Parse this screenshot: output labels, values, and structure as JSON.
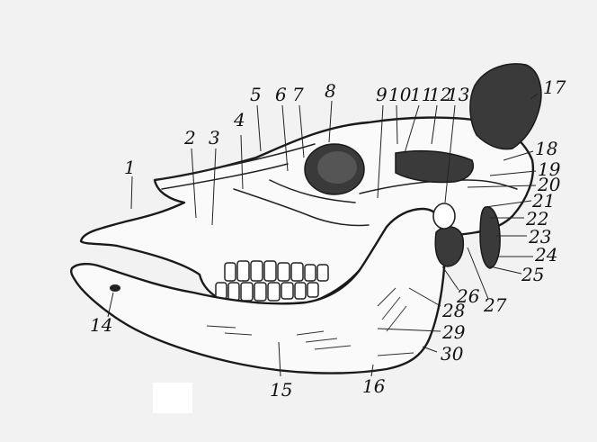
{
  "figure": {
    "labels": [
      "1",
      "2",
      "3",
      "4",
      "5",
      "6",
      "7",
      "8",
      "9",
      "10",
      "11",
      "12",
      "13",
      "14",
      "15",
      "16",
      "17",
      "18",
      "19",
      "20",
      "21",
      "22",
      "23",
      "24",
      "25",
      "26",
      "27",
      "28",
      "29",
      "30"
    ]
  }
}
